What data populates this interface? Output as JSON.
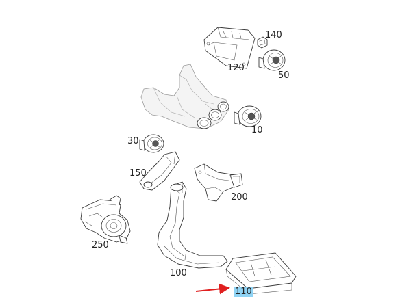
{
  "diagram": {
    "accent_color": "#e02020",
    "highlight_color": "#8fd3f4",
    "callouts": [
      {
        "id": "c140",
        "text": "140"
      },
      {
        "id": "c120",
        "text": "120"
      },
      {
        "id": "c50",
        "text": "50"
      },
      {
        "id": "c10",
        "text": "10"
      },
      {
        "id": "c30",
        "text": "30"
      },
      {
        "id": "c150",
        "text": "150"
      },
      {
        "id": "c200",
        "text": "200"
      },
      {
        "id": "c250",
        "text": "250"
      },
      {
        "id": "c100",
        "text": "100"
      },
      {
        "id": "c110",
        "text": "110",
        "highlighted": true
      }
    ]
  }
}
